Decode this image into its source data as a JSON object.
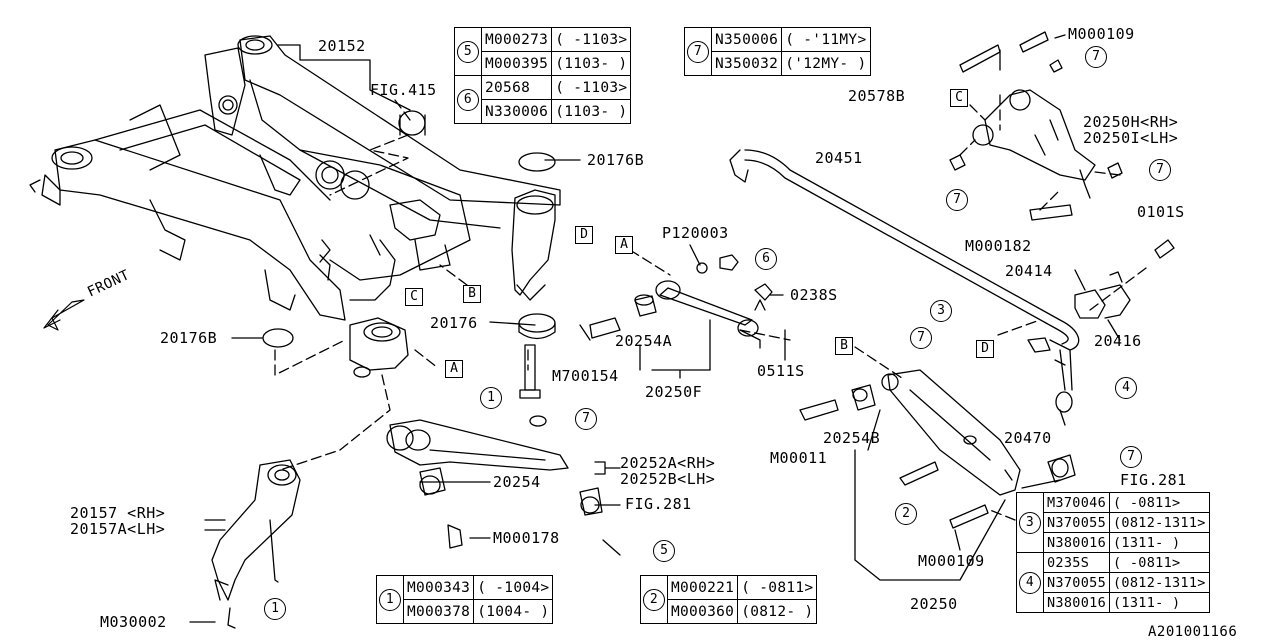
{
  "doc_code": "A201001166",
  "front_label": "FRONT",
  "callouts": {
    "c20152": "20152",
    "fig415": "FIG.415",
    "c20176B_top": "20176B",
    "c20176B_left": "20176B",
    "c20176": "20176",
    "p120003": "P120003",
    "c20451": "20451",
    "c20578B": "20578B",
    "m000109_top": "M000109",
    "c20250H": "20250H<RH>",
    "c20250I": "20250I<LH>",
    "m000182": "M000182",
    "c0101S": "0101S",
    "c20414": "20414",
    "c20416": "20416",
    "c0238S": "0238S",
    "c20254A": "20254A",
    "m700154": "M700154",
    "c20250F": "20250F",
    "c0511S": "0511S",
    "c20470": "20470",
    "c20254B": "20254B",
    "m00011": "M00011",
    "fig281_right": "FIG.281",
    "m000109_bottom": "M000109",
    "c20250": "20250",
    "c20252A": "20252A<RH>",
    "c20252B": "20252B<LH>",
    "c20254": "20254",
    "fig281_mid": "FIG.281",
    "m000178": "M000178",
    "c20157": "20157 <RH>",
    "c20157A": "20157A<LH>",
    "m030002": "M030002"
  },
  "view_letters": {
    "A1": "A",
    "A2": "A",
    "B1": "B",
    "B2": "B",
    "C1": "C",
    "C2": "C",
    "D1": "D",
    "D2": "D"
  },
  "ref_numbers": {
    "r1_bolt": "1",
    "r1_pin": "1",
    "r2": "2",
    "r3": "3",
    "r4": "4",
    "r5": "5",
    "r6": "6",
    "r7_mid": "7",
    "r7_top1": "7",
    "r7_top2": "7",
    "r7_top3": "7",
    "r7_right1": "7",
    "r7_right2": "7"
  },
  "tables": {
    "t5": {
      "ref": "5",
      "rows": [
        [
          "M000273",
          "( -1103>"
        ],
        [
          "M000395",
          "(1103- )"
        ]
      ]
    },
    "t6": {
      "ref": "6",
      "rows": [
        [
          "20568",
          "( -1103>"
        ],
        [
          "N330006",
          "(1103- )"
        ]
      ]
    },
    "t7": {
      "ref": "7",
      "rows": [
        [
          "N350006",
          "( -'11MY>"
        ],
        [
          "N350032",
          "('12MY- )"
        ]
      ]
    },
    "t1": {
      "ref": "1",
      "rows": [
        [
          "M000343",
          "( -1004>"
        ],
        [
          "M000378",
          "(1004- )"
        ]
      ]
    },
    "t2": {
      "ref": "2",
      "rows": [
        [
          "M000221",
          "( -0811>"
        ],
        [
          "M000360",
          "(0812- )"
        ]
      ]
    },
    "t3": {
      "ref": "3",
      "rows": [
        [
          "M370046",
          "( -0811>"
        ],
        [
          "N370055",
          "(0812-1311>"
        ],
        [
          "N380016",
          "(1311- )"
        ]
      ]
    },
    "t4": {
      "ref": "4",
      "rows": [
        [
          "0235S",
          "( -0811>"
        ],
        [
          "N370055",
          "(0812-1311>"
        ],
        [
          "N380016",
          "(1311- )"
        ]
      ]
    }
  }
}
